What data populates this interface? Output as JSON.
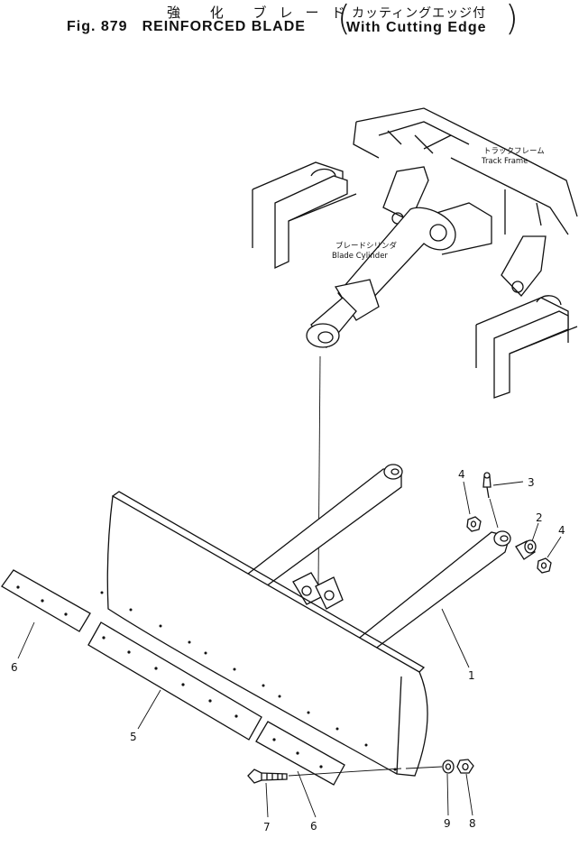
{
  "title": {
    "jp_main": "強 化 ブレード",
    "fig_number": "Fig. 879",
    "name_en": "REINFORCED BLADE",
    "sub_jp": "カッティングエッジ付",
    "sub_en": "With Cutting Edge"
  },
  "annotations": {
    "track_frame_jp": "トラックフレーム",
    "track_frame_en": "Track Frame",
    "blade_cylinder_jp": "ブレードシリンダ",
    "blade_cylinder_en": "Blade Cylinder"
  },
  "callouts": [
    {
      "id": "1",
      "label": "1"
    },
    {
      "id": "2",
      "label": "2"
    },
    {
      "id": "3",
      "label": "3"
    },
    {
      "id": "4a",
      "label": "4"
    },
    {
      "id": "4b",
      "label": "4"
    },
    {
      "id": "5",
      "label": "5"
    },
    {
      "id": "6a",
      "label": "6"
    },
    {
      "id": "6b",
      "label": "6"
    },
    {
      "id": "7",
      "label": "7"
    },
    {
      "id": "8",
      "label": "8"
    },
    {
      "id": "9",
      "label": "9"
    }
  ]
}
